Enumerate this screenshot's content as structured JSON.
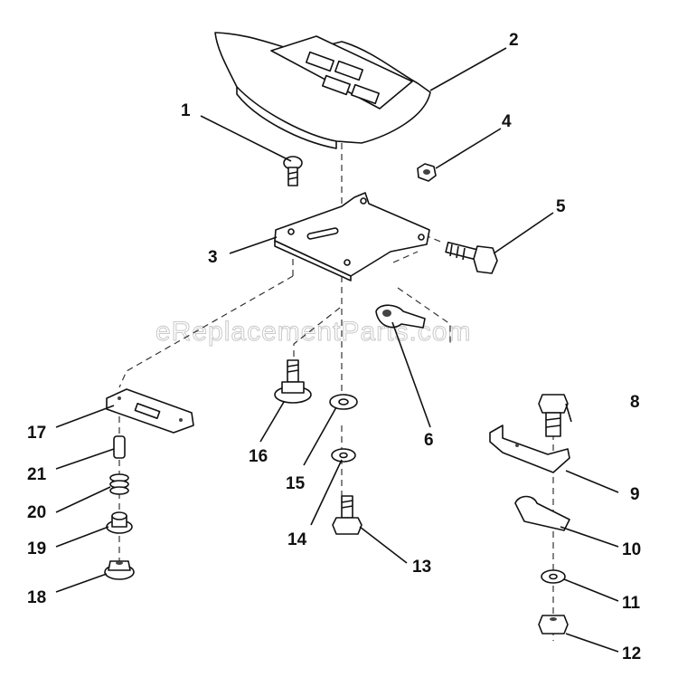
{
  "watermark": "eReplacementParts.com",
  "callouts": [
    "1",
    "2",
    "3",
    "4",
    "5",
    "6",
    "8",
    "9",
    "10",
    "11",
    "12",
    "13",
    "14",
    "15",
    "16",
    "17",
    "18",
    "19",
    "20",
    "21"
  ]
}
